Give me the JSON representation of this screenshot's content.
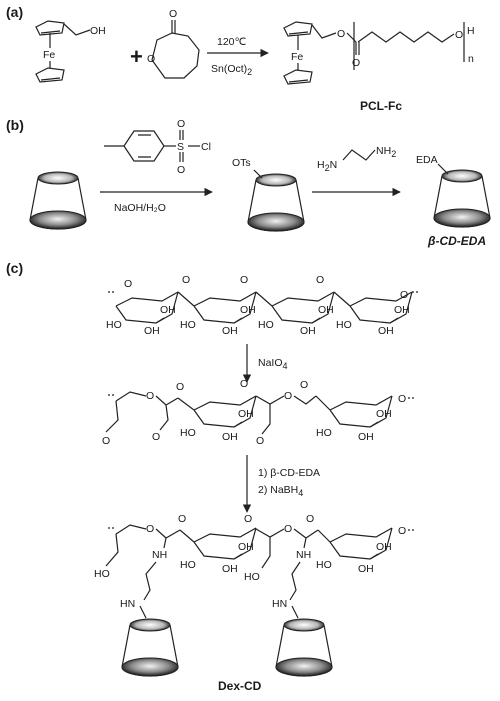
{
  "panels": {
    "a": {
      "label": "(a)",
      "reactant1_oh": "OH",
      "fe": "Fe",
      "plus": "+",
      "ring_o": "O",
      "carbonyl_o": "O",
      "arrow_top": "120℃",
      "arrow_bottom_main": "Sn(Oct)",
      "arrow_bottom_sub": "2",
      "product_o1": "O",
      "product_o2": "O",
      "product_o3": "O",
      "product_h": "H",
      "product_n": "n",
      "product_fe": "Fe",
      "product_name": "PCL-Fc"
    },
    "b": {
      "label": "(b)",
      "sulfonyl_s": "S",
      "sulfonyl_cl": "Cl",
      "sulfonyl_o_top": "O",
      "sulfonyl_o_bottom": "O",
      "arrow_bottom": "NaOH/H₂O",
      "ots": "OTs",
      "amine_left_main": "H",
      "amine_left_sub": "2",
      "amine_left_n": "N",
      "amine_right_n": "N",
      "amine_right_h": "H",
      "amine_right_sub": "2",
      "eda": "EDA",
      "product_name": "β-CD-EDA"
    },
    "c": {
      "label": "(c)",
      "oh": "OH",
      "ho": "HO",
      "o": "O",
      "nh": "NH",
      "hn": "HN",
      "step1_main": "NaIO",
      "step1_sub": "4",
      "step2_line1": "1) β-CD-EDA",
      "step2_line2_main": "2) NaBH",
      "step2_line2_sub": "4",
      "product_name": "Dex-CD"
    }
  }
}
